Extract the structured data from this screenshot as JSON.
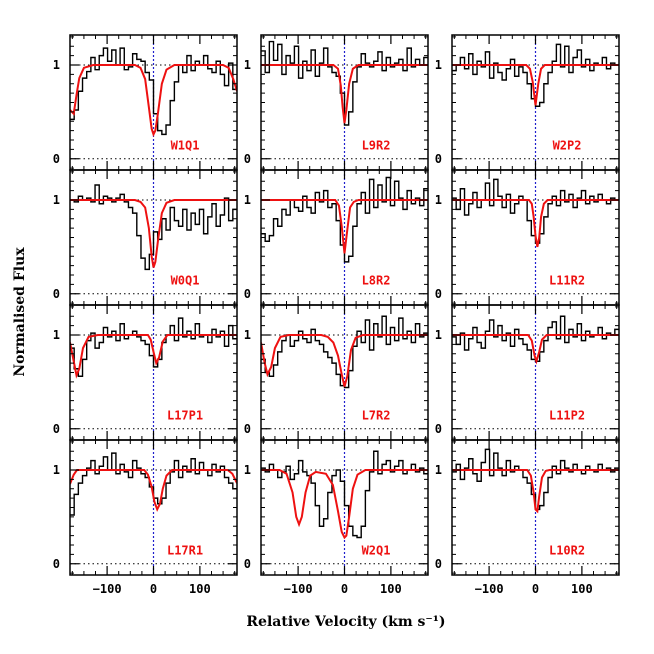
{
  "chart_data": {
    "type": "line",
    "xlabel": "Relative Velocity (km s⁻¹)",
    "ylabel": "Normalised Flux",
    "xlim": [
      -180,
      180
    ],
    "ylim": [
      -0.12,
      1.32
    ],
    "xticks": [
      -100,
      0,
      100
    ],
    "yticks": [
      0,
      1
    ],
    "grid": false,
    "legend": "none",
    "colors": {
      "data": "#000000",
      "model": "#ee1111",
      "zero_velocity": "#1f1fcc",
      "reference": "#000000"
    },
    "panels": [
      {
        "label": "W1Q1",
        "flux": [
          0.42,
          0.52,
          0.72,
          0.86,
          0.93,
          1.08,
          0.95,
          1.1,
          1.18,
          1.04,
          1.16,
          1.0,
          1.18,
          0.95,
          0.98,
          1.12,
          1.06,
          1.04,
          0.92,
          0.84,
          0.48,
          0.3,
          0.26,
          0.36,
          0.62,
          0.82,
          1.0,
          0.92,
          1.1,
          0.94,
          1.04,
          1.0,
          1.1,
          0.96,
          0.92,
          1.04,
          0.9,
          0.78,
          1.02,
          0.74
        ],
        "model": [
          [
            -180,
            0.52
          ],
          [
            -172,
            0.48
          ],
          [
            -166,
            0.68
          ],
          [
            -160,
            0.86
          ],
          [
            -150,
            0.97
          ],
          [
            -130,
            1.0
          ],
          [
            -40,
            1.0
          ],
          [
            -28,
            0.97
          ],
          [
            -18,
            0.85
          ],
          [
            -10,
            0.55
          ],
          [
            -4,
            0.32
          ],
          [
            0,
            0.26
          ],
          [
            4,
            0.3
          ],
          [
            10,
            0.5
          ],
          [
            18,
            0.8
          ],
          [
            28,
            0.95
          ],
          [
            45,
            1.0
          ],
          [
            150,
            1.0
          ],
          [
            162,
            0.97
          ],
          [
            172,
            0.85
          ],
          [
            180,
            0.72
          ]
        ]
      },
      {
        "label": "L9R2",
        "flux": [
          1.15,
          0.92,
          1.25,
          1.05,
          1.22,
          0.9,
          1.1,
          1.02,
          1.2,
          0.86,
          1.04,
          0.94,
          1.16,
          0.88,
          1.02,
          1.18,
          0.98,
          0.92,
          0.88,
          0.7,
          0.36,
          0.5,
          0.82,
          0.98,
          1.12,
          1.02,
          0.98,
          1.04,
          1.14,
          0.94,
          1.08,
          0.98,
          1.02,
          1.06,
          0.94,
          1.18,
          0.98,
          1.06,
          1.0,
          1.08
        ],
        "model": [
          [
            -180,
            1.0
          ],
          [
            -24,
            1.0
          ],
          [
            -14,
            0.96
          ],
          [
            -8,
            0.78
          ],
          [
            -4,
            0.55
          ],
          [
            0,
            0.38
          ],
          [
            4,
            0.52
          ],
          [
            10,
            0.8
          ],
          [
            18,
            0.96
          ],
          [
            30,
            1.0
          ],
          [
            180,
            1.0
          ]
        ]
      },
      {
        "label": "W2P2",
        "flux": [
          0.94,
          1.0,
          1.08,
          0.96,
          1.12,
          0.9,
          1.04,
          0.98,
          1.14,
          0.86,
          1.02,
          0.92,
          0.84,
          0.96,
          1.06,
          0.88,
          0.98,
          0.92,
          0.8,
          0.64,
          0.56,
          0.6,
          0.8,
          0.92,
          1.04,
          1.22,
          0.98,
          1.2,
          0.92,
          1.08,
          1.16,
          0.98,
          1.06,
          0.94,
          1.02,
          1.0,
          1.08,
          0.96,
          1.02,
          1.0
        ],
        "model": [
          [
            -180,
            1.0
          ],
          [
            -20,
            1.0
          ],
          [
            -12,
            0.96
          ],
          [
            -6,
            0.82
          ],
          [
            0,
            0.57
          ],
          [
            6,
            0.8
          ],
          [
            12,
            0.96
          ],
          [
            20,
            1.0
          ],
          [
            180,
            1.0
          ]
        ]
      },
      {
        "label": "W0Q1",
        "flux": [
          1.0,
          0.98,
          1.04,
          1.0,
          1.02,
          0.98,
          1.16,
          0.96,
          1.04,
          1.02,
          0.98,
          1.02,
          1.06,
          0.98,
          0.92,
          0.86,
          0.62,
          0.38,
          0.26,
          0.42,
          0.66,
          0.58,
          0.8,
          0.68,
          0.92,
          0.78,
          0.72,
          0.9,
          0.68,
          0.86,
          0.74,
          0.9,
          0.64,
          0.82,
          0.96,
          0.72,
          0.84,
          1.02,
          0.78,
          0.9
        ],
        "model": [
          [
            -180,
            1.0
          ],
          [
            -40,
            1.0
          ],
          [
            -28,
            0.98
          ],
          [
            -18,
            0.92
          ],
          [
            -10,
            0.7
          ],
          [
            -4,
            0.4
          ],
          [
            0,
            0.28
          ],
          [
            4,
            0.34
          ],
          [
            10,
            0.58
          ],
          [
            18,
            0.86
          ],
          [
            28,
            0.97
          ],
          [
            45,
            1.0
          ],
          [
            180,
            1.0
          ]
        ]
      },
      {
        "label": "L8R2",
        "flux": [
          0.64,
          0.56,
          0.62,
          0.8,
          0.72,
          0.9,
          0.84,
          1.0,
          0.92,
          0.88,
          1.04,
          0.92,
          0.86,
          1.08,
          0.98,
          1.1,
          0.92,
          0.96,
          0.78,
          0.52,
          0.34,
          0.4,
          0.72,
          0.96,
          1.08,
          0.86,
          1.22,
          0.92,
          1.16,
          0.98,
          1.24,
          0.94,
          1.2,
          1.02,
          0.9,
          1.1,
          0.96,
          1.02,
          0.94,
          1.12
        ],
        "model": [
          [
            -180,
            1.0
          ],
          [
            -20,
            1.0
          ],
          [
            -12,
            0.94
          ],
          [
            -6,
            0.72
          ],
          [
            0,
            0.43
          ],
          [
            6,
            0.68
          ],
          [
            12,
            0.92
          ],
          [
            20,
            0.98
          ],
          [
            30,
            1.0
          ],
          [
            180,
            1.0
          ]
        ]
      },
      {
        "label": "L11R2",
        "flux": [
          1.02,
          0.9,
          1.12,
          0.84,
          0.96,
          1.08,
          0.92,
          1.0,
          1.18,
          0.94,
          1.22,
          1.04,
          0.92,
          1.06,
          0.86,
          0.96,
          1.04,
          1.0,
          0.78,
          0.62,
          0.54,
          0.64,
          0.82,
          0.96,
          1.04,
          0.94,
          1.1,
          0.98,
          1.06,
          0.92,
          1.02,
          1.1,
          0.96,
          1.04,
          0.98,
          1.06,
          1.0,
          0.96,
          1.02,
          1.0
        ],
        "model": [
          [
            -180,
            1.0
          ],
          [
            -14,
            1.0
          ],
          [
            -8,
            0.96
          ],
          [
            -4,
            0.82
          ],
          [
            0,
            0.62
          ],
          [
            4,
            0.5
          ],
          [
            8,
            0.6
          ],
          [
            12,
            0.82
          ],
          [
            18,
            0.96
          ],
          [
            26,
            1.0
          ],
          [
            180,
            1.0
          ]
        ]
      },
      {
        "label": "L17P1",
        "flux": [
          0.86,
          0.64,
          0.56,
          0.74,
          0.94,
          1.02,
          0.86,
          0.92,
          1.08,
          0.98,
          1.04,
          0.94,
          1.12,
          0.96,
          1.0,
          1.04,
          0.98,
          0.94,
          0.9,
          0.78,
          0.66,
          0.74,
          0.92,
          1.0,
          1.1,
          0.94,
          1.18,
          0.98,
          1.04,
          0.96,
          1.12,
          0.98,
          1.0,
          0.92,
          1.06,
          0.98,
          1.04,
          0.88,
          1.1,
          0.96
        ],
        "model": [
          [
            -180,
            0.92
          ],
          [
            -172,
            0.72
          ],
          [
            -166,
            0.57
          ],
          [
            -160,
            0.64
          ],
          [
            -152,
            0.86
          ],
          [
            -140,
            0.98
          ],
          [
            -120,
            1.0
          ],
          [
            -12,
            1.0
          ],
          [
            -6,
            0.95
          ],
          [
            0,
            0.82
          ],
          [
            6,
            0.7
          ],
          [
            12,
            0.76
          ],
          [
            20,
            0.93
          ],
          [
            30,
            1.0
          ],
          [
            180,
            1.0
          ]
        ]
      },
      {
        "label": "L7R2",
        "flux": [
          0.74,
          0.6,
          0.56,
          0.68,
          0.82,
          0.94,
          1.0,
          0.88,
          0.94,
          1.04,
          0.96,
          0.92,
          1.06,
          0.94,
          0.9,
          0.82,
          0.76,
          0.7,
          0.58,
          0.46,
          0.44,
          0.62,
          0.88,
          1.04,
          0.92,
          1.16,
          0.84,
          1.12,
          0.98,
          1.2,
          0.9,
          1.08,
          0.94,
          1.18,
          0.96,
          1.04,
          0.92,
          1.12,
          0.98,
          1.02
        ],
        "model": [
          [
            -180,
            0.92
          ],
          [
            -172,
            0.7
          ],
          [
            -166,
            0.58
          ],
          [
            -158,
            0.66
          ],
          [
            -150,
            0.86
          ],
          [
            -138,
            0.98
          ],
          [
            -120,
            1.0
          ],
          [
            -50,
            1.0
          ],
          [
            -36,
            0.98
          ],
          [
            -24,
            0.92
          ],
          [
            -14,
            0.78
          ],
          [
            -6,
            0.58
          ],
          [
            0,
            0.45
          ],
          [
            6,
            0.56
          ],
          [
            14,
            0.84
          ],
          [
            24,
            0.97
          ],
          [
            40,
            1.0
          ],
          [
            180,
            1.0
          ]
        ]
      },
      {
        "label": "L11P2",
        "flux": [
          0.98,
          0.9,
          1.02,
          0.84,
          0.96,
          1.08,
          0.92,
          0.86,
          1.04,
          1.16,
          0.98,
          1.1,
          0.94,
          1.02,
          0.88,
          1.06,
          0.96,
          0.9,
          0.84,
          0.74,
          0.72,
          0.82,
          0.94,
          1.08,
          1.14,
          0.96,
          1.2,
          0.92,
          1.06,
          0.98,
          1.12,
          0.94,
          1.04,
          0.98,
          1.0,
          1.08,
          0.96,
          1.02,
          1.0,
          1.06
        ],
        "model": [
          [
            -180,
            1.0
          ],
          [
            -16,
            1.0
          ],
          [
            -8,
            0.94
          ],
          [
            -2,
            0.78
          ],
          [
            2,
            0.72
          ],
          [
            8,
            0.82
          ],
          [
            14,
            0.95
          ],
          [
            24,
            1.0
          ],
          [
            180,
            1.0
          ]
        ]
      },
      {
        "label": "L17R1",
        "flux": [
          0.52,
          0.74,
          0.86,
          0.94,
          1.02,
          1.1,
          0.96,
          1.04,
          1.14,
          1.0,
          1.18,
          0.96,
          1.06,
          0.98,
          0.92,
          1.1,
          1.02,
          0.96,
          0.92,
          0.82,
          0.7,
          0.64,
          0.7,
          0.86,
          0.98,
          1.1,
          0.92,
          1.04,
          0.98,
          1.12,
          0.96,
          1.08,
          1.0,
          0.94,
          1.06,
          0.98,
          1.04,
          0.92,
          0.86,
          0.8
        ],
        "model": [
          [
            -180,
            0.85
          ],
          [
            -172,
            0.95
          ],
          [
            -165,
            1.0
          ],
          [
            -20,
            1.0
          ],
          [
            -12,
            0.95
          ],
          [
            -4,
            0.82
          ],
          [
            2,
            0.66
          ],
          [
            8,
            0.58
          ],
          [
            14,
            0.64
          ],
          [
            20,
            0.8
          ],
          [
            28,
            0.94
          ],
          [
            40,
            1.0
          ],
          [
            160,
            1.0
          ],
          [
            170,
            0.96
          ],
          [
            180,
            0.86
          ]
        ]
      },
      {
        "label": "W2Q1",
        "flux": [
          1.02,
          0.98,
          1.06,
          1.0,
          0.92,
          0.98,
          1.04,
          0.9,
          0.96,
          1.1,
          0.98,
          0.94,
          0.86,
          0.62,
          0.4,
          0.48,
          0.76,
          0.94,
          1.0,
          0.88,
          0.62,
          0.4,
          0.3,
          0.28,
          0.4,
          0.78,
          0.98,
          1.2,
          0.96,
          1.06,
          1.1,
          0.98,
          1.04,
          1.1,
          0.96,
          1.0,
          1.06,
          0.98,
          1.02,
          0.96
        ],
        "model": [
          [
            -180,
            1.0
          ],
          [
            -140,
            1.0
          ],
          [
            -125,
            0.96
          ],
          [
            -112,
            0.76
          ],
          [
            -104,
            0.5
          ],
          [
            -98,
            0.42
          ],
          [
            -92,
            0.5
          ],
          [
            -84,
            0.76
          ],
          [
            -74,
            0.94
          ],
          [
            -62,
            0.98
          ],
          [
            -40,
            0.96
          ],
          [
            -25,
            0.84
          ],
          [
            -14,
            0.56
          ],
          [
            -6,
            0.34
          ],
          [
            0,
            0.28
          ],
          [
            4,
            0.3
          ],
          [
            10,
            0.5
          ],
          [
            18,
            0.8
          ],
          [
            28,
            0.95
          ],
          [
            45,
            1.0
          ],
          [
            180,
            1.0
          ]
        ]
      },
      {
        "label": "L10R2",
        "flux": [
          0.98,
          1.06,
          0.9,
          1.02,
          1.12,
          0.96,
          0.88,
          1.08,
          1.22,
          0.94,
          1.18,
          1.02,
          0.94,
          1.1,
          0.98,
          1.04,
          1.0,
          0.92,
          0.86,
          0.74,
          0.58,
          0.62,
          0.76,
          0.92,
          1.04,
          0.96,
          1.1,
          1.02,
          0.98,
          1.06,
          1.0,
          0.96,
          1.04,
          1.0,
          0.98,
          1.06,
          1.0,
          1.02,
          0.98,
          1.02
        ],
        "model": [
          [
            -180,
            1.0
          ],
          [
            -18,
            1.0
          ],
          [
            -10,
            0.94
          ],
          [
            -4,
            0.76
          ],
          [
            0,
            0.58
          ],
          [
            4,
            0.56
          ],
          [
            8,
            0.72
          ],
          [
            14,
            0.92
          ],
          [
            22,
            0.99
          ],
          [
            30,
            1.0
          ],
          [
            180,
            1.0
          ]
        ]
      }
    ]
  }
}
